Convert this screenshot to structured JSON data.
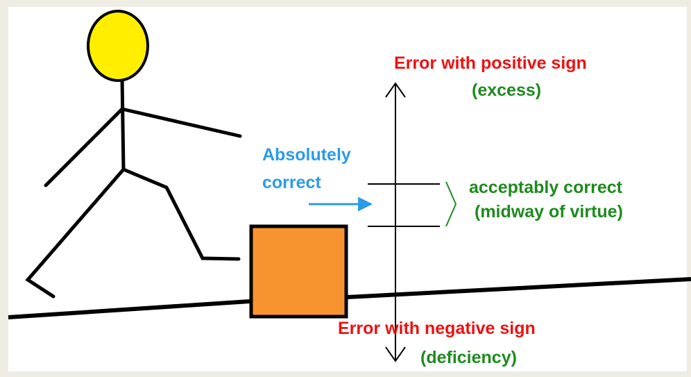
{
  "colors": {
    "background": "#efece4",
    "canvas": "#ffffff",
    "head_fill": "#ffee00",
    "box_fill": "#f7942f",
    "line": "#000000",
    "red_text": "#ee1111",
    "green_text": "#1e8a1e",
    "blue_text": "#2b9be8"
  },
  "labels": {
    "positive_title": "Error with positive sign",
    "positive_sub": "(excess)",
    "absolute_line1": "Absolutely",
    "absolute_line2": "correct",
    "acceptable_line1": "acceptably correct",
    "acceptable_line2": "(midway of virtue)",
    "negative_title": "Error with negative sign",
    "negative_sub": "(deficiency)"
  }
}
